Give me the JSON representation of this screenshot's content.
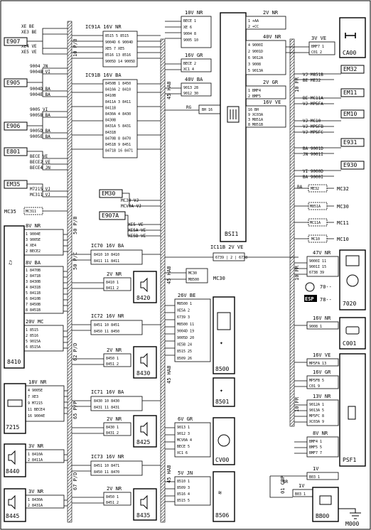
{
  "connectors": {
    "c10v": {
      "title": "10V NR",
      "rows": [
        [
          "BECE",
          "1"
        ],
        [
          "XE",
          "6"
        ],
        [
          "9004",
          "8"
        ],
        [
          "9005",
          "10"
        ]
      ]
    },
    "c2v_top": {
      "title": "2V NR",
      "rows": [
        [
          "+AA",
          "1"
        ],
        [
          "+CC",
          "2"
        ]
      ]
    },
    "c40v": {
      "title": "40V NR",
      "rows": [
        [
          "9000I",
          "4"
        ],
        [
          "9001D",
          "2"
        ],
        [
          "9012A",
          "6"
        ],
        [
          "9008",
          "3"
        ],
        [
          "9013A",
          "5"
        ]
      ]
    },
    "c3v_top": {
      "title": "3V VE",
      "rows": [
        [
          "BMF7",
          "1"
        ],
        [
          "C01",
          "2"
        ]
      ]
    },
    "c16v_gr": {
      "title": "16V GR",
      "rows": [
        [
          "BECE",
          "2"
        ],
        [
          "XC1",
          "4"
        ]
      ]
    },
    "c40v_ba": {
      "title": "40V BA",
      "rows": [
        [
          "9013",
          "28"
        ],
        [
          "9012",
          "30"
        ]
      ]
    },
    "c2v_gr": {
      "title": "2V GR",
      "rows": [
        [
          "BMF4",
          "1"
        ],
        [
          "BMF5",
          "2"
        ]
      ]
    },
    "c16v_ve": {
      "title": "16V VE",
      "rows": [
        [
          "BH",
          "16"
        ],
        [
          "XC03A",
          "9"
        ],
        [
          "M851A",
          "3"
        ],
        [
          "M851B",
          "8"
        ]
      ]
    },
    "ic91a": {
      "title": "IC91A 16V NR",
      "rows": [
        [
          "8515",
          "5",
          "8515"
        ],
        [
          "9004D",
          "6",
          "9004D"
        ],
        [
          "XE5",
          "7",
          "XE5"
        ],
        [
          "8516",
          "13",
          "8516"
        ],
        [
          "9005D",
          "14",
          "9005D"
        ]
      ]
    },
    "ic91b": {
      "title": "IC91B 16V BA",
      "rows": [
        [
          "8450B",
          "1",
          "8450"
        ],
        [
          "8410A",
          "2",
          "8410"
        ],
        [
          "8410B",
          "",
          ""
        ],
        [
          "8411A",
          "3",
          "8411"
        ],
        [
          "8411B",
          "",
          ""
        ],
        [
          "8430A",
          "4",
          "8430"
        ],
        [
          "8430B",
          "",
          ""
        ],
        [
          "8431A",
          "5",
          "8431"
        ],
        [
          "8431B",
          "",
          ""
        ],
        [
          "8470B",
          "8",
          "8470"
        ],
        [
          "8451B",
          "9",
          "8451"
        ],
        [
          "8471B",
          "16",
          "8471"
        ]
      ]
    },
    "ic70": {
      "title": "IC70 16V BA",
      "rows": [
        [
          "8410",
          "10",
          "8410"
        ],
        [
          "8411",
          "11",
          "8411"
        ]
      ]
    },
    "ic72": {
      "title": "IC72 16V NR",
      "rows": [
        [
          "8451",
          "10",
          "8451"
        ],
        [
          "8450",
          "11",
          "8450"
        ]
      ]
    },
    "ic71": {
      "title": "IC71 16V BA",
      "rows": [
        [
          "8430",
          "10",
          "8430"
        ],
        [
          "8431",
          "11",
          "8431"
        ]
      ]
    },
    "ic73": {
      "title": "IC73 16V NR",
      "rows": [
        [
          "8451",
          "10",
          "8471"
        ],
        [
          "8450",
          "11",
          "8470"
        ]
      ]
    },
    "ic11b": {
      "title": "IC11B 2V VE",
      "rows": [
        [
          "6739",
          "2",
          "6738"
        ]
      ]
    },
    "c8v_nr": {
      "title": "8V NR",
      "rows": [
        [
          "9004E",
          "1"
        ],
        [
          "9005E",
          "3"
        ],
        [
          "XE4",
          "4"
        ],
        [
          "BECE2",
          "2"
        ]
      ]
    },
    "c8v_ba": {
      "title": "8V BA",
      "rows": [
        [
          "8470B",
          "1"
        ],
        [
          "8471B",
          "2"
        ],
        [
          "8430B",
          "3"
        ],
        [
          "8431B",
          "4"
        ],
        [
          "8411B",
          "5"
        ],
        [
          "8410B",
          "6"
        ],
        [
          "8450B",
          "7"
        ],
        [
          "8451B",
          "8"
        ]
      ]
    },
    "c20v_mc": {
      "title": "20V MC",
      "rows": [
        [
          "8515",
          "1"
        ],
        [
          "8516",
          "2"
        ],
        [
          "9015A",
          "5"
        ],
        [
          "8515A",
          "6"
        ]
      ]
    },
    "c26v_be": {
      "title": "26V BE",
      "rows": [
        [
          "M8500",
          "1"
        ],
        [
          "XE5A",
          "2"
        ],
        [
          "6739",
          "3"
        ],
        [
          "M8500",
          "11"
        ],
        [
          "9004D",
          "19"
        ],
        [
          "9005D",
          "20"
        ],
        [
          "XE5B",
          "24"
        ],
        [
          "8515",
          "25"
        ],
        [
          "8509",
          "26"
        ]
      ]
    },
    "c6v_gr": {
      "title": "6V GR",
      "rows": [
        [
          "9013",
          "1"
        ],
        [
          "9012",
          "3"
        ],
        [
          "MCV0A",
          "4"
        ],
        [
          "BECE",
          "5"
        ],
        [
          "XC1",
          "6"
        ]
      ]
    },
    "c5v_jn": {
      "title": "5V JN",
      "rows": [
        [
          "8510",
          "1"
        ],
        [
          "8509",
          "3"
        ],
        [
          "8516",
          "4"
        ],
        [
          "8515",
          "5"
        ]
      ]
    },
    "c47v_nr": {
      "title": "47V NR",
      "rows": [
        [
          "9000I",
          "11"
        ],
        [
          "9001I",
          "15"
        ],
        [
          "6738",
          "39"
        ]
      ]
    },
    "c16v_nr_r": {
      "title": "16V NR",
      "rows": [
        [
          "9008",
          "1"
        ]
      ]
    },
    "c16v_ve_r": {
      "title": "16V VE",
      "rows": [
        [
          "MP5FA",
          "13"
        ]
      ]
    },
    "c16v_gr_r": {
      "title": "16V GR",
      "rows": [
        [
          "MP5FB",
          "5"
        ],
        [
          "C01",
          "9"
        ]
      ]
    },
    "c13v_nr": {
      "title": "13V NR",
      "rows": [
        [
          "9012A",
          "1"
        ],
        [
          "9013A",
          "5"
        ],
        [
          "MP5FC",
          "8"
        ],
        [
          "XC03A",
          "9"
        ]
      ]
    },
    "c8v_nr_r": {
      "title": "8V NR",
      "rows": [
        [
          "BMF4",
          "1"
        ],
        [
          "BMF5",
          "5"
        ],
        [
          "BMF7",
          "7"
        ]
      ]
    },
    "c1v_a": {
      "title": "1V",
      "rows": [
        [
          "B03",
          "1"
        ]
      ]
    },
    "c1v_b": {
      "title": "1V",
      "rows": [
        [
          "B03",
          "1"
        ]
      ]
    },
    "c18v_nr": {
      "title": "18V NR",
      "rows": [
        [
          "9005E",
          "4"
        ],
        [
          "XE3",
          "7"
        ],
        [
          "M7215",
          "9"
        ],
        [
          "BECE4",
          "11"
        ],
        [
          "9004E",
          "16"
        ]
      ]
    },
    "c3v_nr_a": {
      "title": "3V NR",
      "rows": [
        [
          "8410A",
          "1"
        ],
        [
          "8411A",
          "2"
        ]
      ]
    },
    "c3v_nr_b": {
      "title": "3V NR",
      "rows": [
        [
          "8430A",
          "1"
        ],
        [
          "8431A",
          "2"
        ]
      ]
    },
    "c2v_nr_8420": {
      "title": "2V NR",
      "rows": [
        [
          "8410",
          "1"
        ],
        [
          "8411",
          "2"
        ]
      ]
    },
    "c2v_nr_8430": {
      "title": "2V NR",
      "rows": [
        [
          "8450",
          "1"
        ],
        [
          "8451",
          "2"
        ]
      ]
    },
    "c2v_nr_8425": {
      "title": "2V NR",
      "rows": [
        [
          "8430",
          "1"
        ],
        [
          "8431",
          "2"
        ]
      ]
    },
    "c2v_nr_8435": {
      "title": "2V NR",
      "rows": [
        [
          "8450",
          "1"
        ],
        [
          "8451",
          "2"
        ]
      ]
    },
    "mc30_box": {
      "rows": [
        "MC30",
        "M8500"
      ]
    },
    "mc30_box2": {
      "rows": [
        "MC30 VJ",
        "MCV0A VJ"
      ]
    },
    "e907a": {
      "rows": [
        "XE5 VE",
        "XE5A VE",
        "XE5B VE"
      ]
    }
  },
  "components": {
    "bsi": "BSI1",
    "ca00": "CA00",
    "em32": "EM32",
    "em11": "EM11",
    "em10": "EM10",
    "e931": "E931",
    "e930": "E930",
    "e907": "E907",
    "e905": "E905",
    "e906": "E906",
    "e801": "E801",
    "em35": "EM35",
    "em30": "EM30",
    "e907a": "E907A",
    "c8410": "8410",
    "c8420": "8420",
    "c8430": "8430",
    "c8425": "8425",
    "c8435": "8435",
    "c8500": "8500",
    "c8501": "8501",
    "cv00": "CV00",
    "c8506": "8506",
    "c7020": "7020",
    "c001": "C001",
    "psf1": "PSF1",
    "bb00": "BB00",
    "m000": "M000",
    "c7215": "7215",
    "c8440": "8440",
    "c8445": "8445"
  },
  "wires": {
    "e907": [
      "XE  BE",
      "XE3  BE",
      "XE4  VE",
      "XE5  VE"
    ],
    "e905": [
      "9004  JN",
      "9004B VI",
      "9004D BA",
      "9004E BA"
    ],
    "e906": [
      "9005  VI",
      "9005B BA",
      "9005D BA",
      "9005E BA"
    ],
    "e801": [
      "BECE  VE",
      "BECE2 VE",
      "BECE4 JN"
    ],
    "em35": [
      "M7215 VJ",
      "MC311 VJ"
    ],
    "em32": [
      "VJ  M851B",
      "BE  ME32"
    ],
    "em11": [
      "BE  MC11A",
      "VJ  MP5FA"
    ],
    "em10": [
      "VJ  MC10",
      "VJ  MP5FB",
      "VJ  MP5FC"
    ],
    "e931": [
      "BA  9001D",
      "JN  9001I"
    ],
    "e930": [
      "VI  9000D",
      "BA  9000I"
    ],
    "mc_labels": [
      "MC32",
      "MC30",
      "MC11",
      "MC10",
      "MC30",
      "MC35"
    ],
    "side_bus": [
      "MC311",
      "ME32",
      "M851A",
      "MC11A",
      "MC10"
    ]
  },
  "bus_labels": [
    "10 P/B",
    "50 P/B",
    "45 HAB",
    "10 FR",
    "50 P/C",
    "62 P/D",
    "65 P/P",
    "67 P/D",
    "45 HAB",
    "10 FR",
    "01 CBP",
    "45 HAB",
    "45 HAB"
  ],
  "misc": {
    "seven_zero": "70--",
    "seven_eight": "78--",
    "esp": "ESP",
    "nr_label": "NR",
    "ba_label": "BA",
    "rg_label": "RG"
  }
}
